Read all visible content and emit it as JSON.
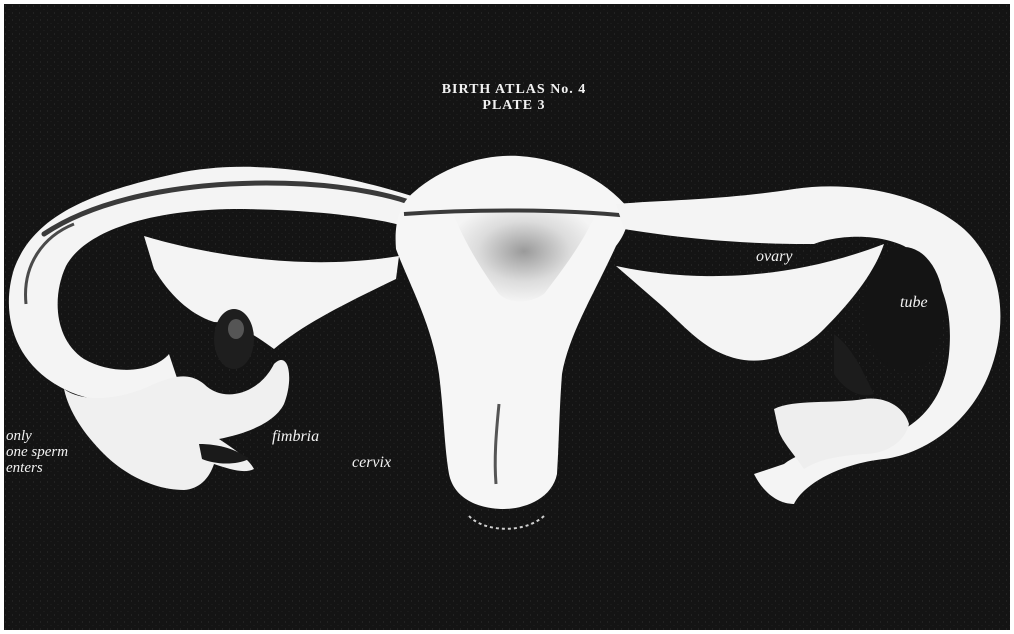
{
  "plate": {
    "title_line1": "BIRTH ATLAS No. 4",
    "title_line2": "PLATE 3"
  },
  "labels": {
    "ovary": "ovary",
    "tube": "tube",
    "fimbria": "fimbria",
    "cervix": "cervix",
    "sperm_line1": "only",
    "sperm_line2": "one sperm",
    "sperm_line3": "enters"
  },
  "colors": {
    "background": "#141414",
    "tissue": "#f4f4f4",
    "label_text": "#f2f2f2"
  }
}
